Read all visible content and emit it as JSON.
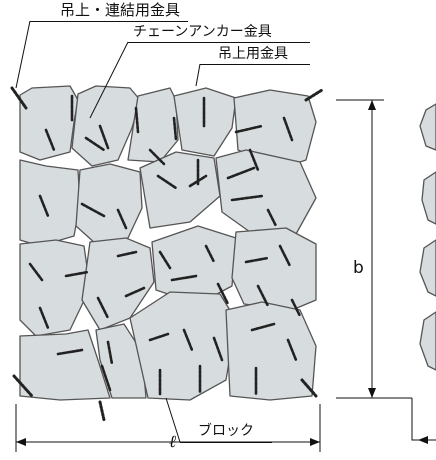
{
  "labels": {
    "lifting_connecting_fitting": "吊上・連結用金具",
    "chain_anchor_fitting": "チェーンアンカー金具",
    "lifting_fitting": "吊上用金具",
    "block": "ブロック",
    "dim_b": "b",
    "dim_l": "ℓ"
  },
  "colors": {
    "block_fill": "#d7dcde",
    "block_stroke": "#555555",
    "line": "#111111",
    "chain": "#222222"
  }
}
